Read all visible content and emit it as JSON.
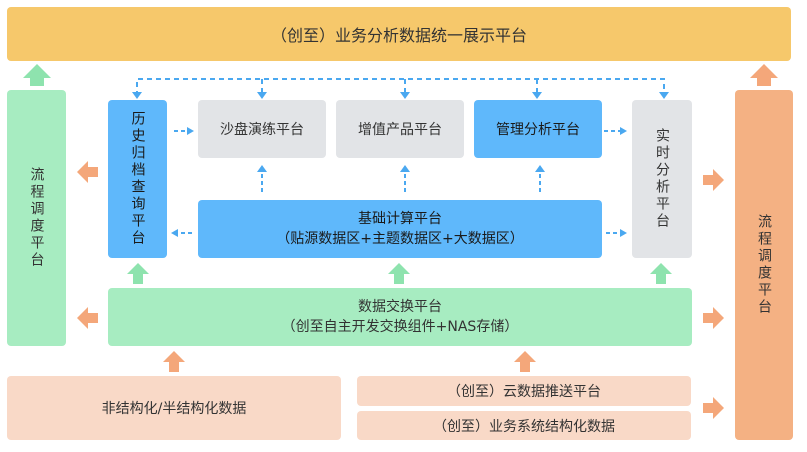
{
  "top_banner": "（创至）业务分析数据统一展示平台",
  "left_panel": "流程调度平台",
  "right_panel": "流程调度平台",
  "history": "历史归档查询平台",
  "sandbox": "沙盘演练平台",
  "value_added": "增值产品平台",
  "mgmt_analysis": "管理分析平台",
  "realtime": "实时分析平台",
  "compute": {
    "line1": "基础计算平台",
    "line2": "（贴源数据区+主题数据区+大数据区）"
  },
  "exchange": {
    "line1": "数据交换平台",
    "line2": "（创至自主开发交换组件+NAS存储）"
  },
  "unstructured": "非结构化/半结构化数据",
  "cloud_push": "（创至）云数据推送平台",
  "biz_system": "（创至）业务系统结构化数据",
  "colors": {
    "top": "#f6c86b",
    "green": "#a7ecc1",
    "orange": "#f4b183",
    "blue": "#5fb8fb",
    "gray": "#e2e4e7",
    "pink": "#f9d9c7",
    "arrow_blue": "#4aa8f0",
    "arrow_green": "#8ee3ae",
    "arrow_orange": "#f4a77a"
  }
}
